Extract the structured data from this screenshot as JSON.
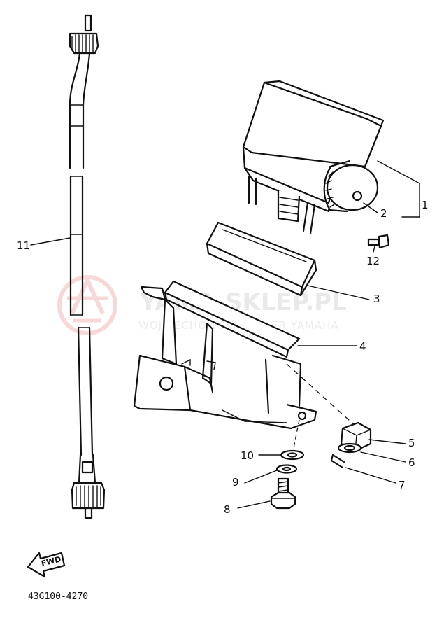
{
  "watermark": {
    "title": "YAMA-SKLEP.PL",
    "subtitle": "WOJCIECHOWSKI DEALER YAMAHA",
    "logo_color": "#f4c8c8"
  },
  "callouts": {
    "c1": "1",
    "c2": "2",
    "c3": "3",
    "c4": "4",
    "c5": "5",
    "c6": "6",
    "c7": "7",
    "c8": "8",
    "c9": "9",
    "c10": "10",
    "c11": "11",
    "c12": "12"
  },
  "direction_label": "FWD",
  "diagram_code": "43G100-4270"
}
